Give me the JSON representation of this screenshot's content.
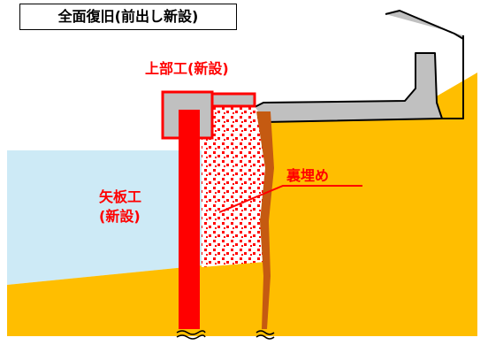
{
  "title": "全面復旧(前出し新設)",
  "labels": {
    "cap": "上部工(新設)",
    "sheet_pile_line1": "矢板工",
    "sheet_pile_line2": "(新設)",
    "backfill": "裏埋め"
  },
  "colors": {
    "water": "#cdeaf6",
    "ground": "#ffbe00",
    "existing_structure": "#c0c0c0",
    "new_work": "#ff0000",
    "old_pile": "#c55a11",
    "backfill_dots": "#ff0000",
    "label_text": "#ff0000"
  }
}
